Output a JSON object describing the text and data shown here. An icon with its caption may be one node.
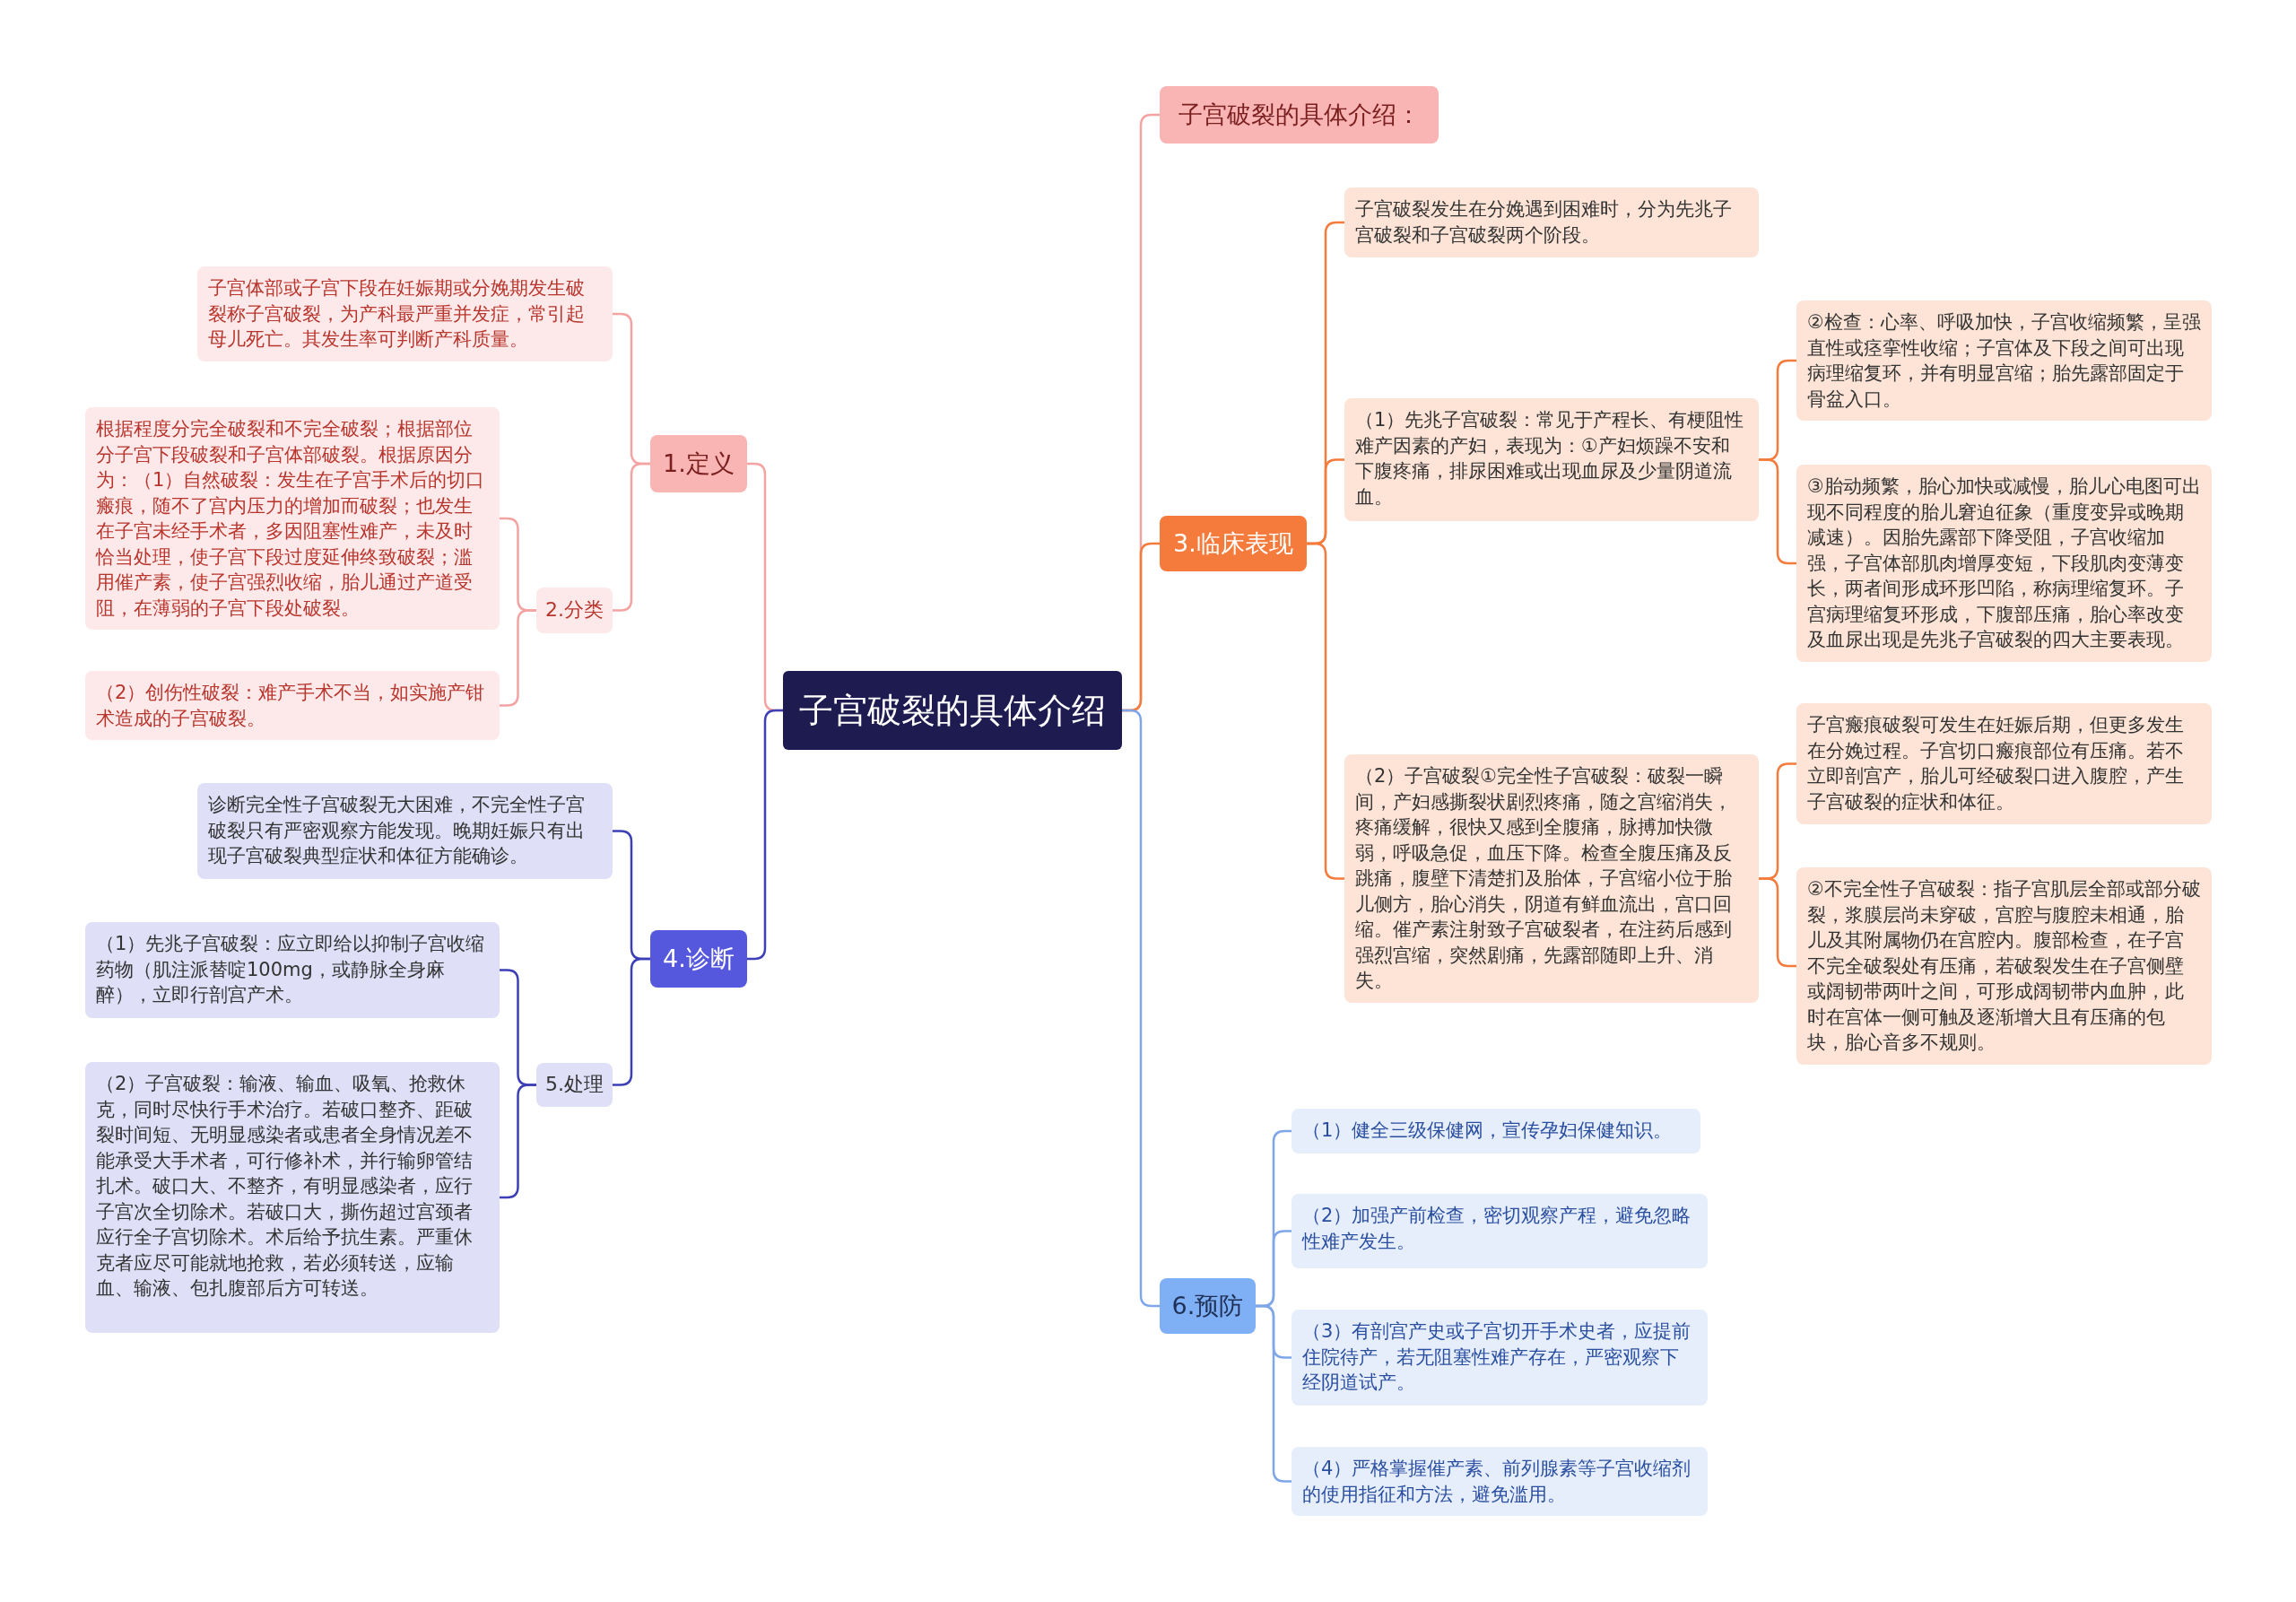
{
  "diagram": {
    "nodes": [
      {
        "text": [
          "子宫破裂的具体介绍"
        ]
      },
      {
        "text": [
          "1.定义"
        ]
      },
      {
        "text": [
          "子宫体部或子宫下段在妊娠期或分娩期发生破裂称子宫破裂，为产科最严重并发症，常引起母儿死亡。其发生率可判断产科质量。"
        ]
      },
      {
        "text": [
          "2.分类"
        ]
      },
      {
        "text": [
          "根据程度分完全破裂和不完全破裂；根据部位分子宫下段破裂和子宫体部破裂。根据原因分为：（1）自然破裂：发生在子宫手术后的切口瘢痕，随不了宫内压力的增加而破裂；也发生在子宫未经手术者，多因阻塞性难产，未及时恰当处理，使子宫下段过度延伸终致破裂；滥用催产素，使子宫强烈收缩，胎儿通过产道受阻，在薄弱的子宫下段处破裂。"
        ]
      },
      {
        "text": [
          "（2）创伤性破裂：难产手术不当，如实施产钳术造成的子宫破裂。"
        ]
      },
      {
        "text": [
          "3.临床表现"
        ]
      },
      {
        "text": [
          "子宫破裂发生在分娩遇到困难时，分为先兆子宫破裂和子宫破裂两个阶段。"
        ]
      },
      {
        "text": [
          "（1）先兆子宫破裂：常见于产程长、有梗阻性难产因素的产妇，表现为：①产妇烦躁不安和下腹疼痛，排尿困难或出现血尿及少量阴道流血。"
        ]
      },
      {
        "text": [
          "②检查：心率、呼吸加快，子宫收缩频繁，呈强直性或痉挛性收缩；子宫体及下段之间可出现病理缩复环，并有明显宫缩；胎先露部固定于骨盆入口。"
        ]
      },
      {
        "text": [
          "③胎动频繁，胎心加快或减慢，胎儿心电图可出现不同程度的胎儿窘迫征象（重度变异或晚期减速）。因胎先露部下降受阻，子宫收缩加强，子宫体部肌肉增厚变短，下段肌肉变薄变长，两者间形成环形凹陷，称病理缩复环。子宫病理缩复环形成，下腹部压痛，胎心率改变及血尿出现是先兆子宫破裂的四大主要表现。"
        ]
      },
      {
        "text": [
          "（2）子宫破裂①完全性子宫破裂：破裂一瞬间，产妇感撕裂状剧烈疼痛，随之宫缩消失，疼痛缓解，很快又感到全腹痛，脉搏加快微弱，呼吸急促，血压下降。检查全腹压痛及反跳痛，腹壁下清楚扪及胎体，子宫缩小位于胎儿侧方，胎心消失，阴道有鲜血流出，宫口回缩。催产素注射致子宫破裂者，在注药后感到强烈宫缩，突然剧痛，先露部随即上升、消失。"
        ]
      },
      {
        "text": [
          "子宫瘢痕破裂可发生在妊娠后期，但更多发生在分娩过程。子宫切口瘢痕部位有压痛。若不立即剖宫产，胎儿可经破裂口进入腹腔，产生子宫破裂的症状和体征。"
        ]
      },
      {
        "text": [
          "②不完全性子宫破裂：指子宫肌层全部或部分破裂，浆膜层尚未穿破，宫腔与腹腔未相通，胎儿及其附属物仍在宫腔内。腹部检查，在子宫不完全破裂处有压痛，若破裂发生在子宫侧壁或阔韧带两叶之间，可形成阔韧带内血肿，此时在宫体一侧可触及逐渐增大且有压痛的包块，胎心音多不规则。"
        ]
      },
      {
        "text": [
          "4.诊断"
        ]
      },
      {
        "text": [
          "诊断完全性子宫破裂无大困难，不完全性子宫破裂只有严密观察方能发现。晚期妊娠只有出现子宫破裂典型症状和体征方能确诊。"
        ]
      },
      {
        "text": [
          "5.处理"
        ]
      },
      {
        "text": [
          "（1）先兆子宫破裂：应立即给以抑制子宫收缩药物（肌注派替啶100mg，或静脉全身麻醉），立即行剖宫产术。"
        ]
      },
      {
        "text": [
          "（2）子宫破裂：输液、输血、吸氧、抢救休克，同时尽快行手术治疗。若破口整齐、距破裂时间短、无明显感染者或患者全身情况差不能承受大手术者，可行修补术，并行输卵管结扎术。破口大、不整齐，有明显感染者，应行子宫次全切除术。若破口大，撕伤超过宫颈者应行全子宫切除术。术后给予抗生素。严重休克者应尽可能就地抢救，若必须转送，应输血、输液、包扎腹部后方可转送。"
        ]
      },
      {
        "text": [
          "6.预防"
        ]
      },
      {
        "text": [
          "（1）健全三级保健网，宣传孕妇保健知识。"
        ]
      },
      {
        "text": [
          "（2）加强产前检查，密切观察产程，避免忽略性难产发生。"
        ]
      },
      {
        "text": [
          "（3）有剖宫产史或子宫切开手术史者，应提前住院待产，若无阻塞性难产存在，严密观察下经阴道试产。"
        ]
      },
      {
        "text": [
          "（4）严格掌握催产素、前列腺素等子宫收缩剂的使用指征和方法，避免滥用。"
        ]
      },
      {
        "text": [
          "子宫破裂的具体介绍："
        ]
      }
    ],
    "edges": [
      {
        "from": 0,
        "to": 24,
        "arrow": "none",
        "color": "#f4a3a3"
      },
      {
        "from": 0,
        "to": 1,
        "arrow": "none",
        "color": "#f4a3a3"
      },
      {
        "from": 1,
        "to": 2,
        "arrow": "none",
        "color": "#f4a3a3"
      },
      {
        "from": 1,
        "to": 3,
        "arrow": "none",
        "color": "#f4a3a3"
      },
      {
        "from": 3,
        "to": 4,
        "arrow": "none",
        "color": "#f4a3a3"
      },
      {
        "from": 3,
        "to": 5,
        "arrow": "none",
        "color": "#f4a3a3"
      },
      {
        "from": 0,
        "to": 6,
        "arrow": "none",
        "color": "#f47b3b"
      },
      {
        "from": 6,
        "to": 7,
        "arrow": "none",
        "color": "#f47b3b"
      },
      {
        "from": 6,
        "to": 8,
        "arrow": "none",
        "color": "#f47b3b"
      },
      {
        "from": 8,
        "to": 9,
        "arrow": "none",
        "color": "#f47b3b"
      },
      {
        "from": 8,
        "to": 10,
        "arrow": "none",
        "color": "#f47b3b"
      },
      {
        "from": 6,
        "to": 11,
        "arrow": "none",
        "color": "#f47b3b"
      },
      {
        "from": 11,
        "to": 12,
        "arrow": "none",
        "color": "#f47b3b"
      },
      {
        "from": 11,
        "to": 13,
        "arrow": "none",
        "color": "#f47b3b"
      },
      {
        "from": 0,
        "to": 14,
        "arrow": "none",
        "color": "#3d3fb5"
      },
      {
        "from": 14,
        "to": 15,
        "arrow": "none",
        "color": "#3d3fb5"
      },
      {
        "from": 14,
        "to": 16,
        "arrow": "none",
        "color": "#3d3fb5"
      },
      {
        "from": 16,
        "to": 17,
        "arrow": "none",
        "color": "#3d3fb5"
      },
      {
        "from": 16,
        "to": 18,
        "arrow": "none",
        "color": "#3d3fb5"
      },
      {
        "from": 0,
        "to": 19,
        "arrow": "none",
        "color": "#7fa6e8"
      },
      {
        "from": 19,
        "to": 20,
        "arrow": "none",
        "color": "#7fa6e8"
      },
      {
        "from": 19,
        "to": 21,
        "arrow": "none",
        "color": "#7fa6e8"
      },
      {
        "from": 19,
        "to": 22,
        "arrow": "none",
        "color": "#7fa6e8"
      },
      {
        "from": 19,
        "to": 23,
        "arrow": "none",
        "color": "#7fa6e8"
      }
    ]
  }
}
